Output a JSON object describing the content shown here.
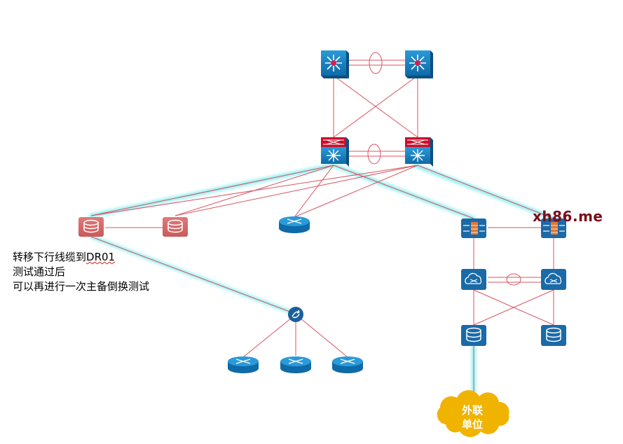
{
  "note": {
    "line1_prefix": "转移下行线缆到",
    "line1_target": "DR01",
    "line2": "测试通过后",
    "line3": "可以再进行一次主备倒换测试"
  },
  "watermark": "xh86.me",
  "cloud": {
    "line1": "外联",
    "line2": "单位"
  },
  "colors": {
    "link": "#d9545f",
    "highlight": "#8ff0f2",
    "device_blue": "#1a78b8",
    "device_red": "#c8102e",
    "router_pink": "#d86a6a",
    "cloud": "#f0b400"
  }
}
